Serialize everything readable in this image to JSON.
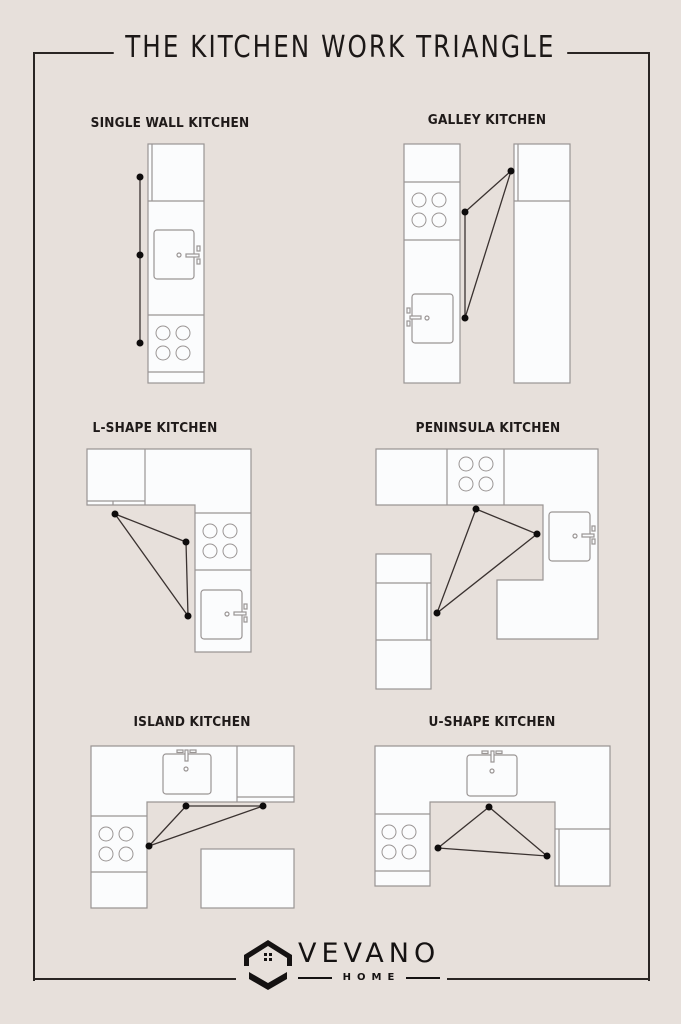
{
  "title": "THE KITCHEN WORK TRIANGLE",
  "colors": {
    "background": "#e7e0db",
    "cabinet_fill": "#fbfcfd",
    "cabinet_stroke": "#9a9594",
    "frame": "#2a2523",
    "triangle_line": "#3a3230",
    "node": "#0e0c0c",
    "text": "#1f1a19"
  },
  "layouts": [
    {
      "id": "single-wall",
      "label": "SINGLE WALL KITCHEN",
      "elements": [
        "fridge",
        "sink",
        "stove"
      ],
      "triangle_points": 3
    },
    {
      "id": "galley",
      "label": "GALLEY KITCHEN",
      "elements": [
        "stove",
        "sink",
        "fridge"
      ],
      "triangle_points": 3
    },
    {
      "id": "l-shape",
      "label": "L-SHAPE KITCHEN",
      "elements": [
        "fridge",
        "stove",
        "sink"
      ],
      "triangle_points": 3
    },
    {
      "id": "peninsula",
      "label": "PENINSULA KITCHEN",
      "elements": [
        "stove",
        "sink",
        "fridge"
      ],
      "triangle_points": 3
    },
    {
      "id": "island",
      "label": "ISLAND KITCHEN",
      "elements": [
        "sink",
        "fridge",
        "stove",
        "island"
      ],
      "triangle_points": 3
    },
    {
      "id": "u-shape",
      "label": "U-SHAPE KITCHEN",
      "elements": [
        "sink",
        "stove",
        "fridge"
      ],
      "triangle_points": 3
    }
  ],
  "brand": {
    "name": "VEVANO",
    "sub": "HOME",
    "icon": "house-hexagon-icon"
  }
}
